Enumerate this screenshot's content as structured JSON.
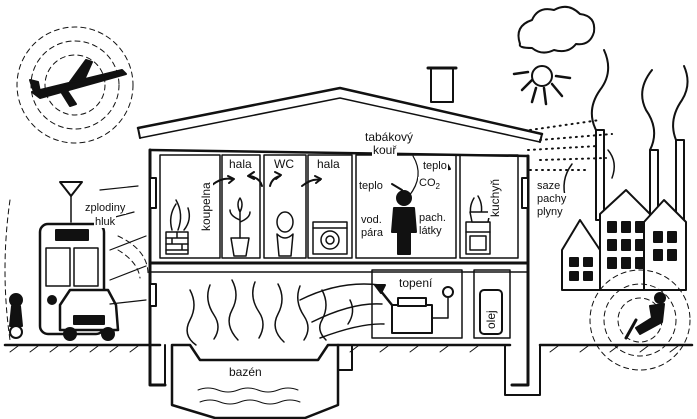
{
  "labels": {
    "tabakovy_kour_1": "tabákový",
    "tabakovy_kour_2": "kouř",
    "koupelna": "koupelna",
    "hala_left": "hala",
    "wc": "WC",
    "hala_right": "hala",
    "teplo_left": "teplo",
    "teplo_top": "teplo",
    "co2": "CO",
    "co2_sub": "2",
    "vod": "vod.",
    "para": "pára",
    "pach": "pach.",
    "latky": "látky",
    "kuchyn": "kuchyň",
    "saze": "saze",
    "pachy": "pachy",
    "plyny": "plyny",
    "zplodiny": "zplodiny",
    "hluk": "hluk",
    "topeni": "topení",
    "olej": "olej",
    "bazen": "bazén"
  },
  "icons": {
    "airplane": "airplane-icon",
    "tram": "tram-icon",
    "car": "car-icon",
    "motorbike": "motorbike-icon",
    "sun_cloud": "sun-cloud-icon",
    "factory": "factory-icon",
    "houses": "town-houses-icon",
    "smoker": "smoker-figure-icon",
    "washer": "washing-machine-icon",
    "toilet": "toilet-icon",
    "boiler": "boiler-icon",
    "stove": "stove-icon",
    "plant": "plant-icon",
    "drill_worker": "drill-worker-icon"
  }
}
